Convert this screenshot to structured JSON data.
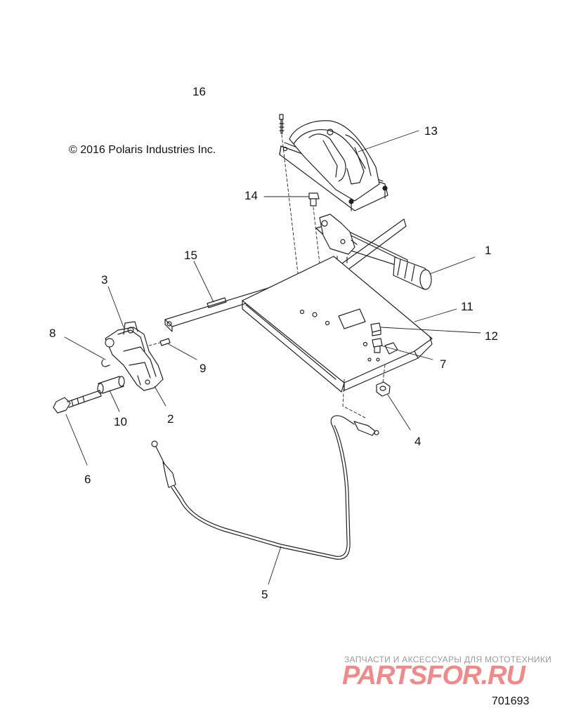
{
  "copyright": "© 2016 Polaris Industries Inc.",
  "figure_number": "701693",
  "watermark": {
    "tagline": "ЗАПЧАСТИ И АКСЕССУАРЫ ДЛЯ МОТОТЕХНИКИ",
    "logo_text": "PARTSFOR.RU"
  },
  "callouts": [
    "1",
    "2",
    "3",
    "4",
    "5",
    "6",
    "7",
    "8",
    "9",
    "10",
    "11",
    "12",
    "13",
    "14",
    "15",
    "16"
  ],
  "colors": {
    "line": "#222222",
    "background": "#ffffff",
    "watermark_logo": "#f07d7d",
    "watermark_text": "#9a9a9a"
  }
}
